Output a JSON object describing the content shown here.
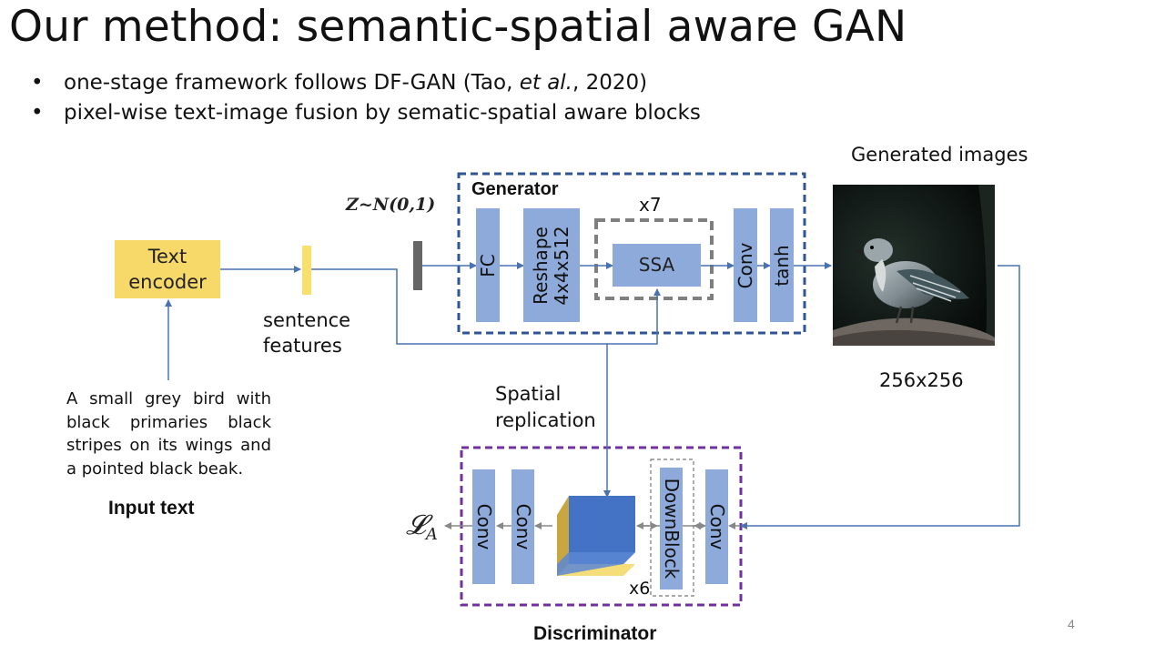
{
  "slide": {
    "title": "Our method: semantic-spatial aware GAN",
    "page_number": "4"
  },
  "bullets": [
    {
      "before": "one-stage framework follows DF-GAN (Tao, ",
      "italic": "et al.",
      "after": ", 2020)"
    },
    {
      "text": "pixel-wise text-image fusion by sematic-spatial aware blocks"
    }
  ],
  "diagram": {
    "text_encoder_line1": "Text",
    "text_encoder_line2": "encoder",
    "sentence_features_line1": "sentence",
    "sentence_features_line2": "features",
    "input_text_description": "A small grey bird with black primaries black stripes on its wings and a pointed black beak.",
    "input_text_label": "Input text",
    "noise_label": "Z~N(0,1)",
    "generator_label": "Generator",
    "fc_label": "FC",
    "reshape_line1": "Reshape",
    "reshape_line2": "4x4x512",
    "ssa_label": "SSA",
    "repeat_generator": "x7",
    "conv_label": "Conv",
    "tanh_label": "tanh",
    "generated_images_label": "Generated images",
    "image_size_label": "256x256",
    "spatial_replication_line1": "Spatial",
    "spatial_replication_line2": "replication",
    "discriminator_label": "Discriminator",
    "loss_symbol": "𝓛",
    "loss_subscript": "A",
    "disc_conv1_label": "Conv",
    "disc_conv2_label": "Conv",
    "downblock_label": "DownBlock",
    "disc_conv3_label": "Conv",
    "repeat_discriminator": "x6"
  },
  "colors": {
    "text_encoder_fill": "#f7d96a",
    "sentence_feature_fill": "#f7e06e",
    "block_fill": "#8eaadb",
    "generator_border": "#2f5597",
    "discriminator_border": "#7030a0",
    "arrow": "#4a72b0",
    "gray_arrow": "#888888"
  }
}
